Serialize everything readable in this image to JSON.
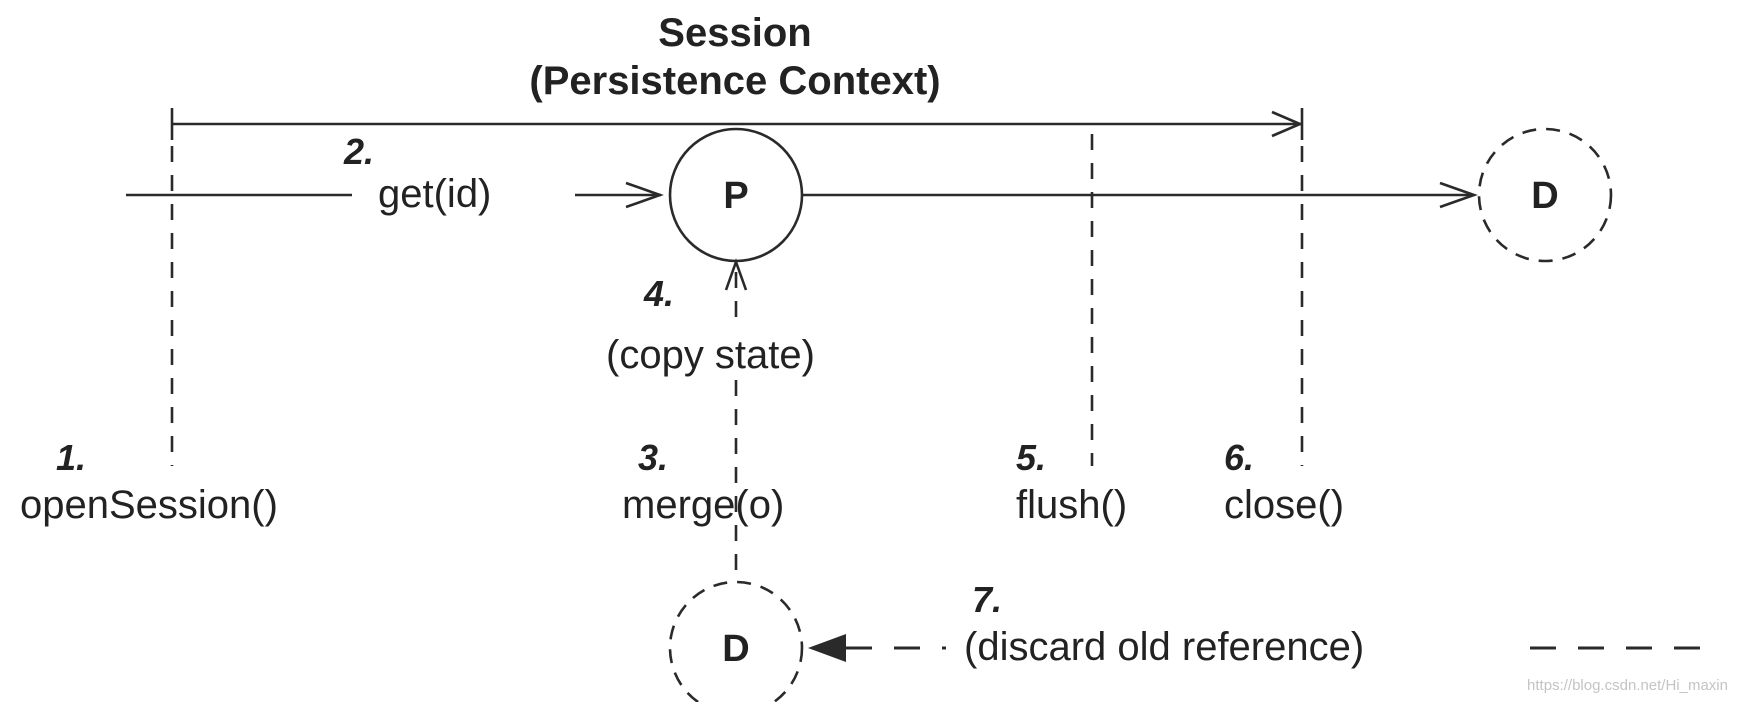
{
  "title": {
    "line1": "Session",
    "line2": "(Persistence Context)"
  },
  "steps": {
    "open": {
      "num": "1.",
      "label": "openSession()"
    },
    "get": {
      "num": "2.",
      "label": "get(id)"
    },
    "merge": {
      "num": "3.",
      "label": "merge(o)"
    },
    "copy": {
      "num": "4.",
      "label": "(copy state)"
    },
    "flush": {
      "num": "5.",
      "label": "flush()"
    },
    "close": {
      "num": "6.",
      "label": "close()"
    },
    "discard": {
      "num": "7.",
      "label": "(discard old reference)"
    }
  },
  "nodes": {
    "persistent": "P",
    "detached_right": "D",
    "detached_bottom": "D"
  },
  "watermark": "https://blog.csdn.net/Hi_maxin"
}
